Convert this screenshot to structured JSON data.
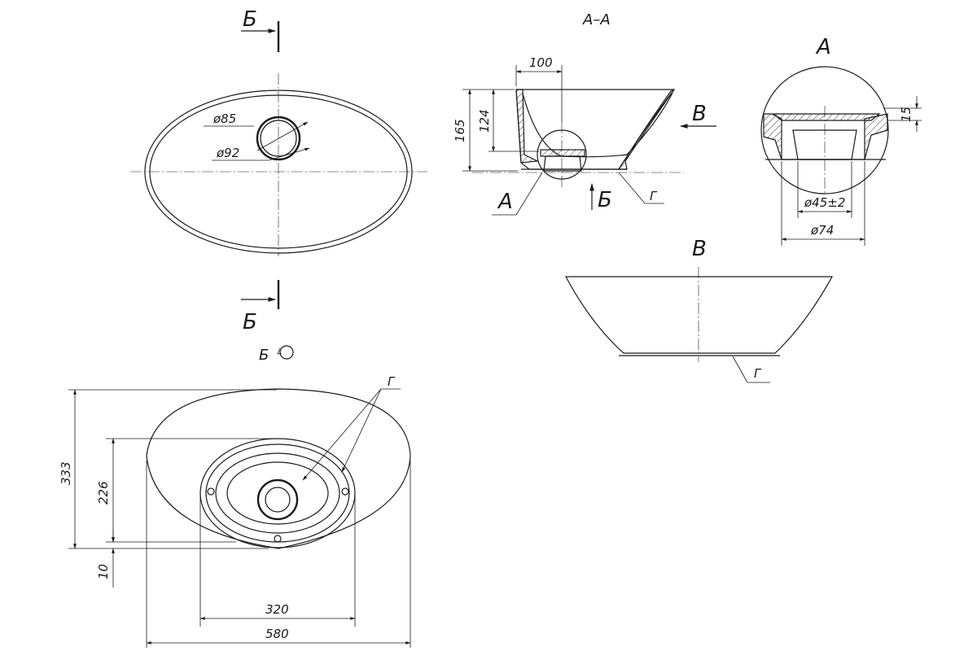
{
  "top_view": {
    "section_mark": "Б",
    "dia_inner": "ø85",
    "dia_outer": "ø92"
  },
  "section_aa": {
    "title": "А–А",
    "dim_width": "100",
    "dim_height_total": "165",
    "dim_height_inner": "124",
    "view_arrow": "В",
    "detail_callout": "А",
    "bottom_arrow": "Б",
    "foot_label": "Г"
  },
  "detail_a": {
    "title": "А",
    "dim_height": "15",
    "dim_bore": "ø45±2",
    "dim_outer": "ø74"
  },
  "view_b": {
    "title": "В",
    "foot_label": "Г"
  },
  "bottom_view": {
    "title": "Б",
    "foot_label": "Г",
    "dim_height_total": "333",
    "dim_height_inner": "226",
    "dim_offset": "10",
    "dim_width_inner": "320",
    "dim_width_total": "580"
  }
}
